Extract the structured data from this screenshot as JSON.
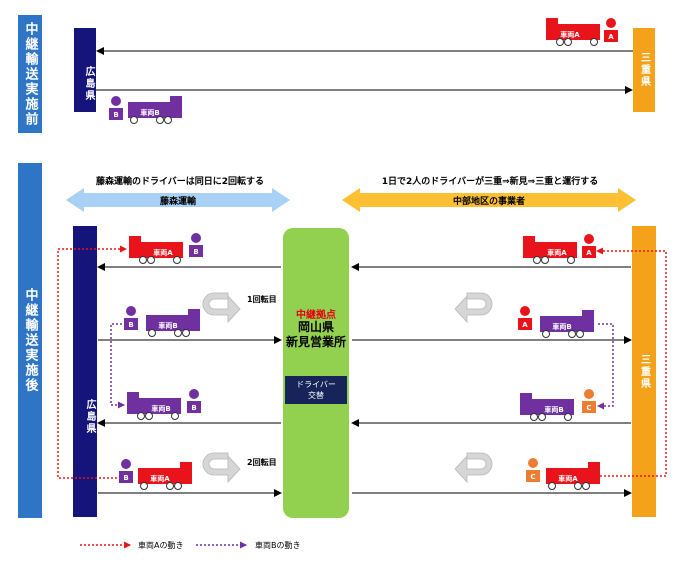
{
  "before": {
    "section_label": "中継輸送実施前",
    "left_pref": "広島県",
    "right_pref": "三重県",
    "truck_a_label": "車両A",
    "truck_b_label": "車両B",
    "driver_a": "A",
    "driver_b": "B"
  },
  "after": {
    "section_label": "中継輸送実施後",
    "left_pref": "広島県",
    "right_pref": "三重県",
    "left_caption": "藤森運輸のドライバーは同日に2回転する",
    "right_caption": "1日で2人のドライバーが三重⇒新見⇒三重と運行する",
    "left_company": "藤森運輸",
    "right_company": "中部地区の事業者",
    "hub_tag": "中継拠点",
    "hub_name_1": "岡山県",
    "hub_name_2": "新見営業所",
    "hub_box_1": "ドライバー",
    "hub_box_2": "交替",
    "trip_1": "1回転目",
    "trip_2": "2回転目",
    "truck_a_label": "車両A",
    "truck_b_label": "車両B",
    "driver_a": "A",
    "driver_b": "B",
    "driver_c": "C"
  },
  "legend": {
    "a_label": "車両Aの動き",
    "b_label": "車両Bの動き"
  },
  "colors": {
    "truck_a": "#e8131b",
    "truck_b": "#7030a0",
    "driver_c": "#ed7d31",
    "navy": "#14147a",
    "orange": "#f5a21b",
    "hub": "#92d050",
    "section": "#2f75c5",
    "left_arrow": "#a9d0f5",
    "right_arrow": "#fcc032"
  }
}
